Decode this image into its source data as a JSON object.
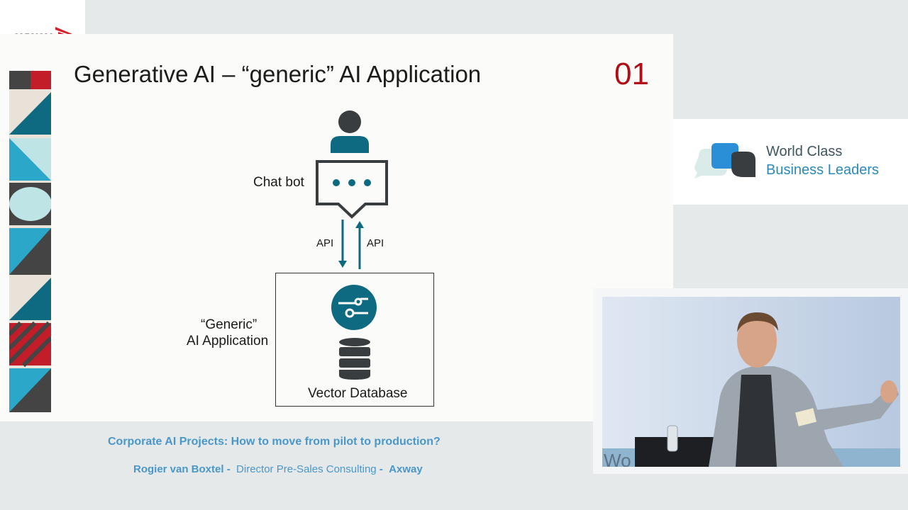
{
  "brand": {
    "logo_text": "axway"
  },
  "slide": {
    "title": "Generative AI – “generic” AI Application",
    "number": "01",
    "diagram": {
      "chatbot_label": "Chat bot",
      "api_down_label": "API",
      "api_up_label": "API",
      "generic_label_line1": "“Generic”",
      "generic_label_line2": "AI Application",
      "vector_db_label": "Vector Database"
    }
  },
  "event": {
    "line1": "World Class",
    "line2": "Business Leaders"
  },
  "caption": {
    "title": "Corporate AI Projects: How to move from pilot to production?",
    "speaker_name": "Rogier van Boxtel",
    "speaker_role": "Director Pre-Sales Consulting",
    "separator": "-",
    "company": "Axway"
  },
  "video": {
    "backdrop_text": "Wo"
  },
  "colors": {
    "teal": "#0e6a80",
    "dark_gray": "#3a3d40",
    "brand_red": "#b00d16",
    "caption_blue": "#4a97c8"
  },
  "icons": [
    "axway-logo-icon",
    "person-icon",
    "chat-bubble-icon",
    "ai-circuit-icon",
    "database-icon",
    "wcbl-logo-icon"
  ]
}
